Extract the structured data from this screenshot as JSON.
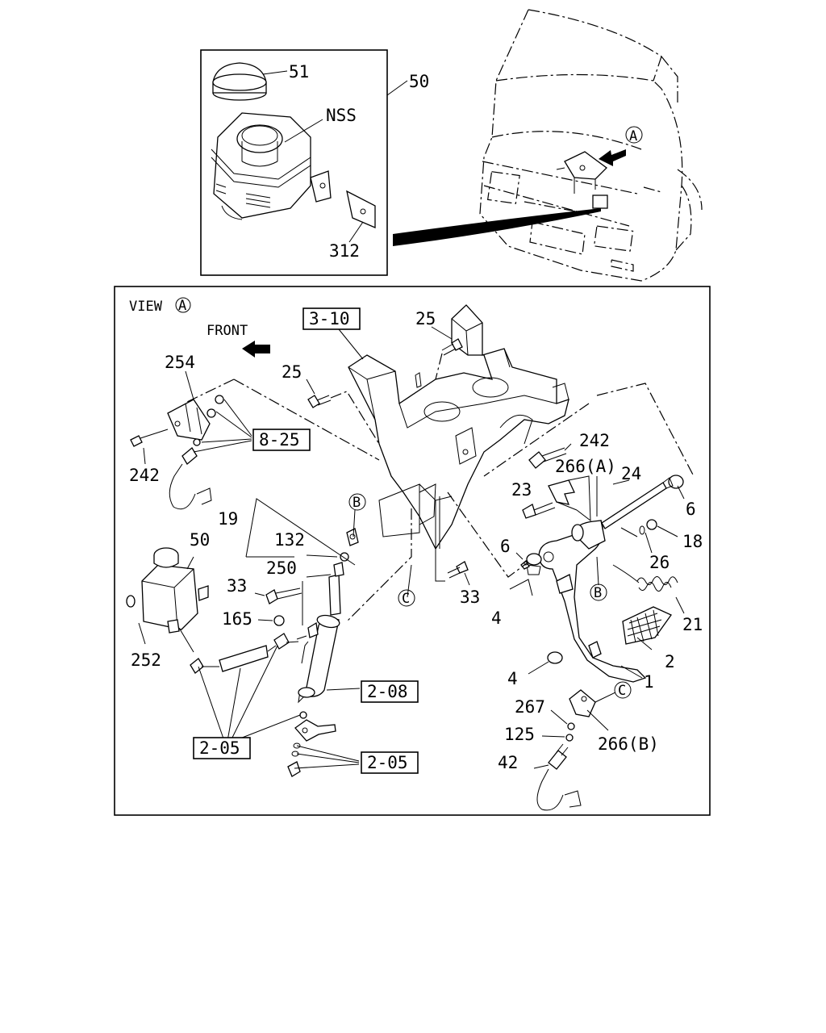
{
  "inset": {
    "parts": [
      "51",
      "50",
      "NSS",
      "312"
    ],
    "marker": "A"
  },
  "view": {
    "title": "VIEW",
    "marker": "A",
    "front_label": "FRONT"
  },
  "refs": {
    "r310": "3-10",
    "r825": "8-25",
    "r208": "2-08",
    "r205a": "2-05",
    "r205b": "2-05"
  },
  "markers": {
    "b1": "B",
    "b2": "B",
    "c1": "C",
    "c2": "C"
  },
  "labels": {
    "p254": "254",
    "p242a": "242",
    "p242b": "242",
    "p25a": "25",
    "p25b": "25",
    "p266a": "266(A)",
    "p24": "24",
    "p23": "23",
    "p6a": "6",
    "p6b": "6",
    "p18": "18",
    "p26": "26",
    "p19": "19",
    "p132": "132",
    "p250": "250",
    "p50": "50",
    "p33a": "33",
    "p33b": "33",
    "p165": "165",
    "p252": "252",
    "p4a": "4",
    "p4b": "4",
    "p21": "21",
    "p2": "2",
    "p1": "1",
    "p267": "267",
    "p125": "125",
    "p266b": "266(B)",
    "p42": "42"
  }
}
